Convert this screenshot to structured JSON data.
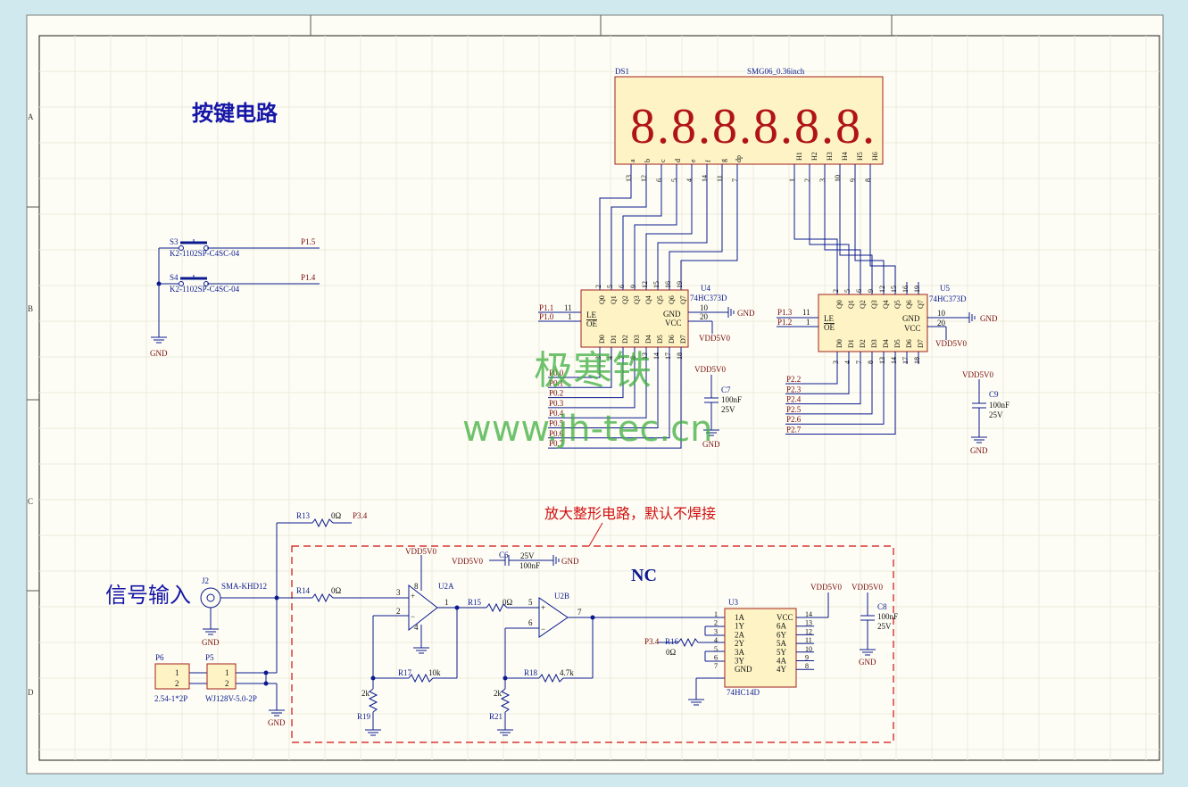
{
  "titles": {
    "key_circuit": "按键电路",
    "signal_input": "信号输入",
    "amp_circuit": "放大整形电路，默认不焊接",
    "nc": "NC"
  },
  "border": {
    "rows": [
      "A",
      "B",
      "C",
      "D"
    ]
  },
  "display": {
    "ref": "DS1",
    "part": "SMG06_0.36inch",
    "digits": "8.8.8.8.8.8.",
    "seg_pins": [
      "a",
      "b",
      "c",
      "d",
      "e",
      "f",
      "g",
      "dp"
    ],
    "seg_nums": [
      "13",
      "12",
      "6",
      "5",
      "4",
      "14",
      "11",
      "7"
    ],
    "dig_pins": [
      "H1",
      "H2",
      "H3",
      "H4",
      "H5",
      "H6"
    ],
    "dig_nums": [
      "1",
      "2",
      "3",
      "10",
      "9",
      "8"
    ]
  },
  "u4": {
    "ref": "U4",
    "part": "74HC373D",
    "q_labels": [
      "Q0",
      "Q1",
      "Q2",
      "Q3",
      "Q4",
      "Q5",
      "Q6",
      "Q7"
    ],
    "q_nums": [
      "2",
      "5",
      "6",
      "9",
      "12",
      "15",
      "16",
      "19"
    ],
    "d_labels": [
      "D0",
      "D1",
      "D2",
      "D3",
      "D4",
      "D5",
      "D6",
      "D7"
    ],
    "d_nums": [
      "3",
      "4",
      "7",
      "8",
      "13",
      "14",
      "17",
      "18"
    ],
    "le": "LE",
    "oe": "OE",
    "le_num": "11",
    "oe_num": "1",
    "gnd": "GND",
    "vcc": "VCC",
    "gnd_num": "10",
    "vcc_num": "20",
    "le_net": "P1.1",
    "oe_net": "P1.0",
    "d_nets": [
      "P0.0",
      "P0.1",
      "P0.2",
      "P0.3",
      "P0.4",
      "P0.5",
      "P0.6",
      "P0.7"
    ]
  },
  "u5": {
    "ref": "U5",
    "part": "74HC373D",
    "le_net": "P1.3",
    "oe_net": "P1.2",
    "d_nets": [
      "P2.2",
      "P2.3",
      "P2.4",
      "P2.5",
      "P2.6",
      "P2.7"
    ]
  },
  "nets": {
    "gnd": "GND",
    "vdd": "VDD5V0"
  },
  "c7": {
    "ref": "C7",
    "val": "100nF",
    "volt": "25V"
  },
  "c9": {
    "ref": "C9",
    "val": "100nF",
    "volt": "25V"
  },
  "c6": {
    "ref": "C6",
    "val": "100nF",
    "volt": "25V"
  },
  "c8": {
    "ref": "C8",
    "val": "100nF",
    "volt": "25V"
  },
  "keys": [
    {
      "ref": "S3",
      "part": "K2-1102SP-C4SC-04",
      "net": "P1.5"
    },
    {
      "ref": "S4",
      "part": "K2-1102SP-C4SC-04",
      "net": "P1.4"
    }
  ],
  "j2": {
    "ref": "J2",
    "part": "SMA-KHD12"
  },
  "p6": {
    "ref": "P6",
    "part": "2.54-1*2P"
  },
  "p5": {
    "ref": "P5",
    "part": "WJ128V-5.0-2P"
  },
  "pin_one": "1",
  "pin_two": "2",
  "r13": {
    "ref": "R13",
    "val": "0Ω",
    "net": "P3.4"
  },
  "r14": {
    "ref": "R14",
    "val": "0Ω"
  },
  "r15": {
    "ref": "R15",
    "val": "0Ω"
  },
  "r16": {
    "ref": "R16",
    "val": "0Ω",
    "net": "P3.4"
  },
  "r17": {
    "ref": "R17",
    "val": "10k"
  },
  "r18": {
    "ref": "R18",
    "val": "4.7k"
  },
  "r19": {
    "ref": "R19",
    "val": "2k"
  },
  "r21": {
    "ref": "R21",
    "val": "2k"
  },
  "u2a": {
    "ref": "U2A",
    "in_plus": "3",
    "in_minus": "2",
    "out": "1",
    "v_pos": "8",
    "v_neg": "4"
  },
  "u2b": {
    "ref": "U2B",
    "in_plus": "5",
    "in_minus": "6",
    "out": "7"
  },
  "u3": {
    "ref": "U3",
    "part": "74HC14D",
    "left_labels": [
      "1A",
      "1Y",
      "2A",
      "2Y",
      "3A",
      "3Y",
      "GND"
    ],
    "left_nums": [
      "1",
      "2",
      "3",
      "4",
      "5",
      "6",
      "7"
    ],
    "right_labels": [
      "VCC",
      "6A",
      "6Y",
      "5A",
      "5Y",
      "4A",
      "4Y"
    ],
    "right_nums": [
      "14",
      "13",
      "12",
      "11",
      "10",
      "9",
      "8"
    ]
  },
  "watermark": {
    "cn": "极寒铁",
    "url": "www.jh-tec.cn"
  },
  "colors": {
    "wire": "#0b1a8f",
    "body_fill": "#fdf3c4",
    "body_stroke": "#a3201a",
    "seg": "#b01414",
    "title_blue": "#1515a8",
    "red_text": "#d10f0f",
    "label_dark_red": "#7a0b0b",
    "watermark": "#3fae3f",
    "background": "#cfe9ee"
  }
}
